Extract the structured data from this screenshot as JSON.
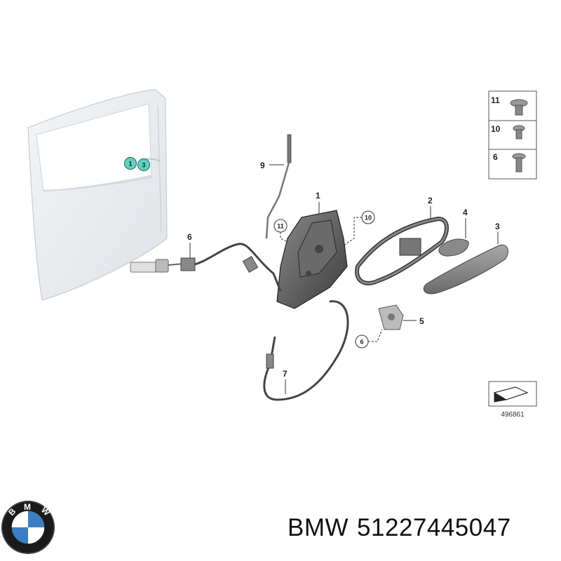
{
  "callouts": {
    "c1": "1",
    "c2": "2",
    "c3": "3",
    "c4": "4",
    "c5": "5",
    "c6a": "6",
    "c6b": "6",
    "c7": "7",
    "c9": "9",
    "c10": "10",
    "c11": "11"
  },
  "door_badges": {
    "b1": "1",
    "b3": "3"
  },
  "fastener_legend": {
    "r1": "11",
    "r2": "10",
    "r3": "6"
  },
  "figure_id": "496861",
  "caption": {
    "brand": "BMW",
    "part_number": "51227445047"
  },
  "logo": {
    "letters": "BMW",
    "colors": {
      "ring": "#1a1a1a",
      "blue": "#3a7fc4",
      "white": "#ffffff"
    }
  },
  "colors": {
    "badge_fill": "#5fd3c0",
    "line": "#333333",
    "part": "#555555"
  }
}
